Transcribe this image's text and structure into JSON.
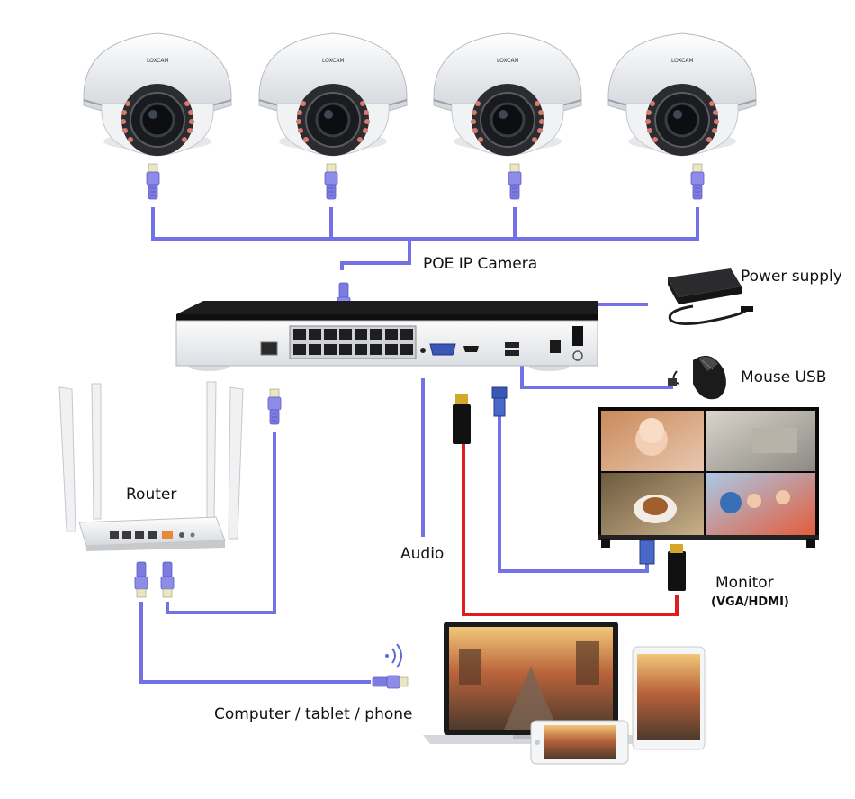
{
  "diagram": {
    "labels": {
      "poe": "POE IP Camera",
      "power": "Power supply",
      "mouse": "Mouse USB",
      "router": "Router",
      "audio": "Audio",
      "monitor": "Monitor",
      "monitor_sub": "(VGA/HDMI)",
      "client": "Computer / tablet / phone"
    },
    "camera_brand": "LOXCAM",
    "colors": {
      "lan_cable": "#7272e6",
      "hdmi_cable": "#e01d1d",
      "device_body": "#f3f4f6",
      "nvr_top": "#1a1a1a"
    },
    "icons": [
      "dome-camera-icon",
      "rj45-plug-icon",
      "nvr-icon",
      "power-adapter-icon",
      "usb-mouse-icon",
      "wifi-router-icon",
      "tv-monitor-icon",
      "vga-plug-icon",
      "hdmi-plug-icon",
      "laptop-icon",
      "tablet-icon",
      "phone-icon",
      "wifi-signal-icon"
    ]
  }
}
